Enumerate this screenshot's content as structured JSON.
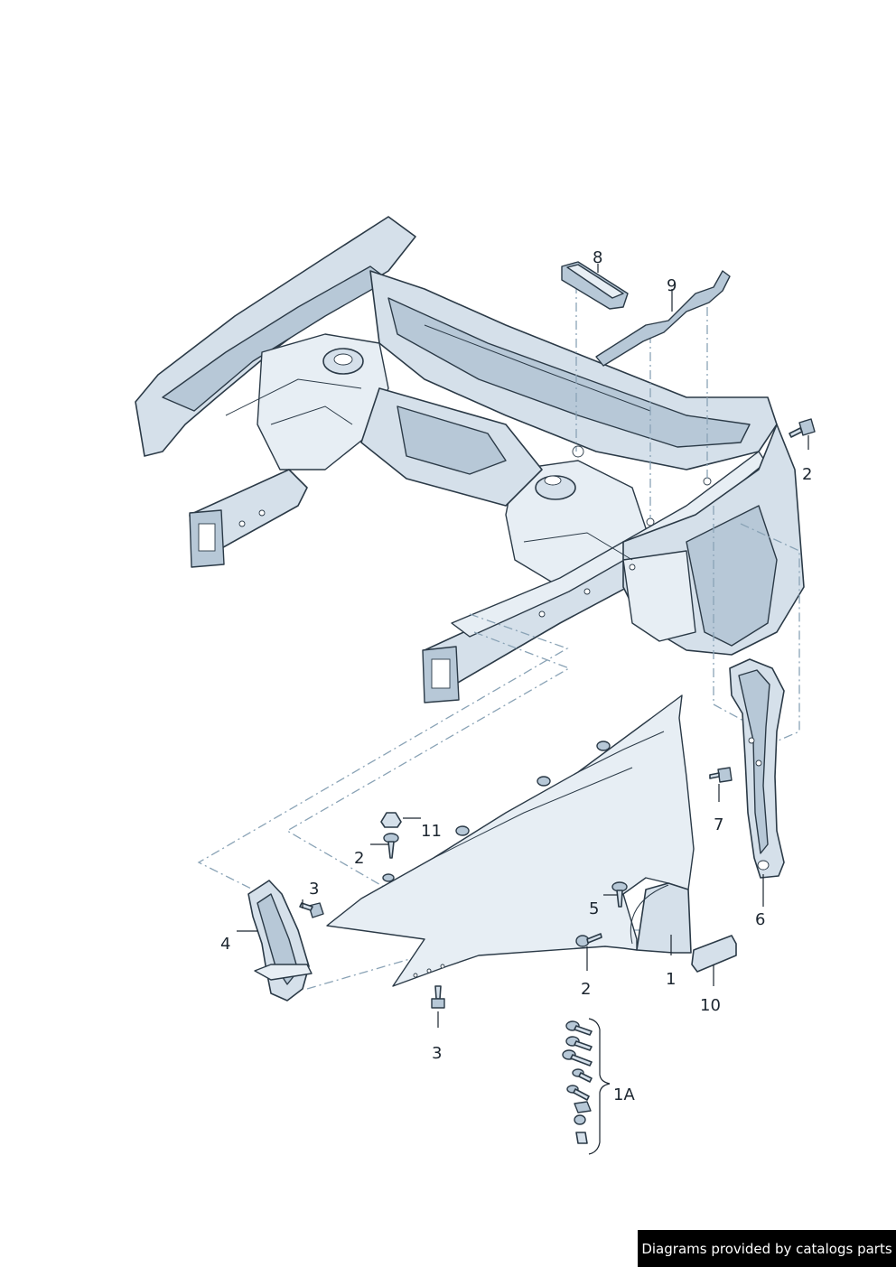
{
  "callouts": {
    "p8": "8",
    "p9": "9",
    "p2_top": "2",
    "p7": "7",
    "p6": "6",
    "p11": "11",
    "p2_mid": "2",
    "p3_left": "3",
    "p4": "4",
    "p5": "5",
    "p2_low": "2",
    "p1": "1",
    "p10": "10",
    "p3_bottom": "3",
    "p1A": "1A"
  },
  "footer": {
    "text": "Diagrams provided by catalogs parts"
  }
}
